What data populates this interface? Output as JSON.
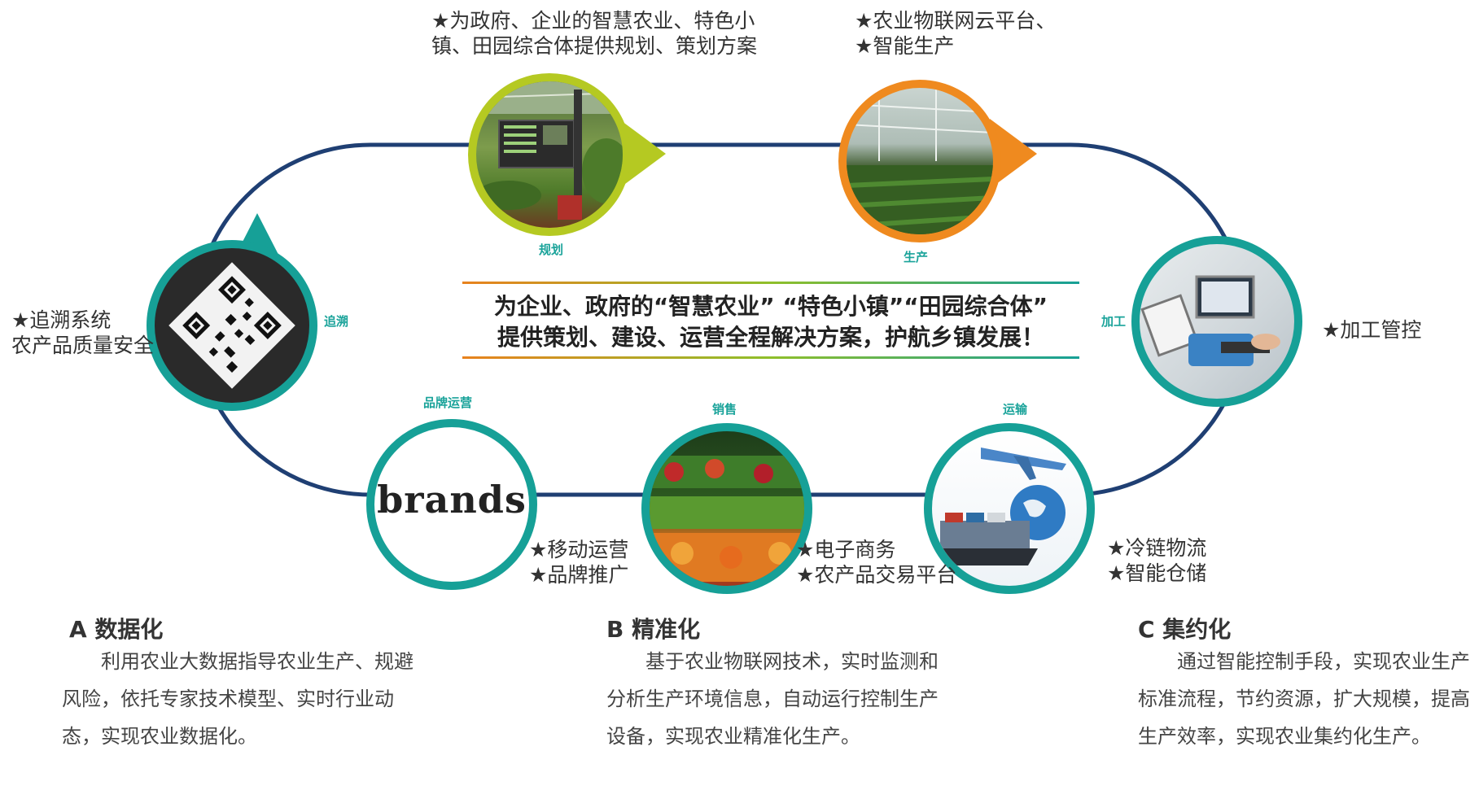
{
  "nodes": {
    "planning": {
      "label": "规划",
      "bullets": [
        "★为政府、企业的智慧农业、特色小",
        "镇、田园综合体提供规划、策划方案"
      ]
    },
    "production": {
      "label": "生产",
      "bullets": [
        "★农业物联网云平台、",
        "★智能生产"
      ]
    },
    "processing": {
      "label": "加工",
      "bullets": [
        "★加工管控"
      ]
    },
    "transport": {
      "label": "运输",
      "bullets": [
        "★冷链物流",
        "★智能仓储"
      ]
    },
    "sales": {
      "label": "销售",
      "bullets": [
        "★电子商务",
        "★农产品交易平台"
      ]
    },
    "brand": {
      "label": "品牌运营",
      "bullets": [
        "★移动运营",
        "★品牌推广"
      ],
      "logo_text": "brands"
    },
    "trace": {
      "label": "追溯",
      "bullets": [
        "★追溯系统",
        "农产品质量安全"
      ]
    }
  },
  "tagline": {
    "line1": "为企业、政府的“智慧农业” “特色小镇”“田园综合体”",
    "line2": "提供策划、建设、运营全程解决方案，护航乡镇发展！"
  },
  "sections": [
    {
      "title": "A 数据化",
      "body": "利用农业大数据指导农业生产、规避风险，依托专家技术模型、实时行业动态，实现农业数据化。"
    },
    {
      "title": "B 精准化",
      "body": "基于农业物联网技术，实时监测和分析生产环境信息，自动运行控制生产设备，实现农业精准化生产。"
    },
    {
      "title": "C 集约化",
      "body": "通过智能控制手段，实现农业生产标准流程，节约资源，扩大规模，提高生产效率，实现农业集约化生产。"
    }
  ],
  "colors": {
    "loop": "#1f3f73",
    "ring_planning": "#b5c922",
    "ring_production": "#ef8a1f",
    "ring_teal": "#16a097",
    "label": "#1aa39a"
  }
}
